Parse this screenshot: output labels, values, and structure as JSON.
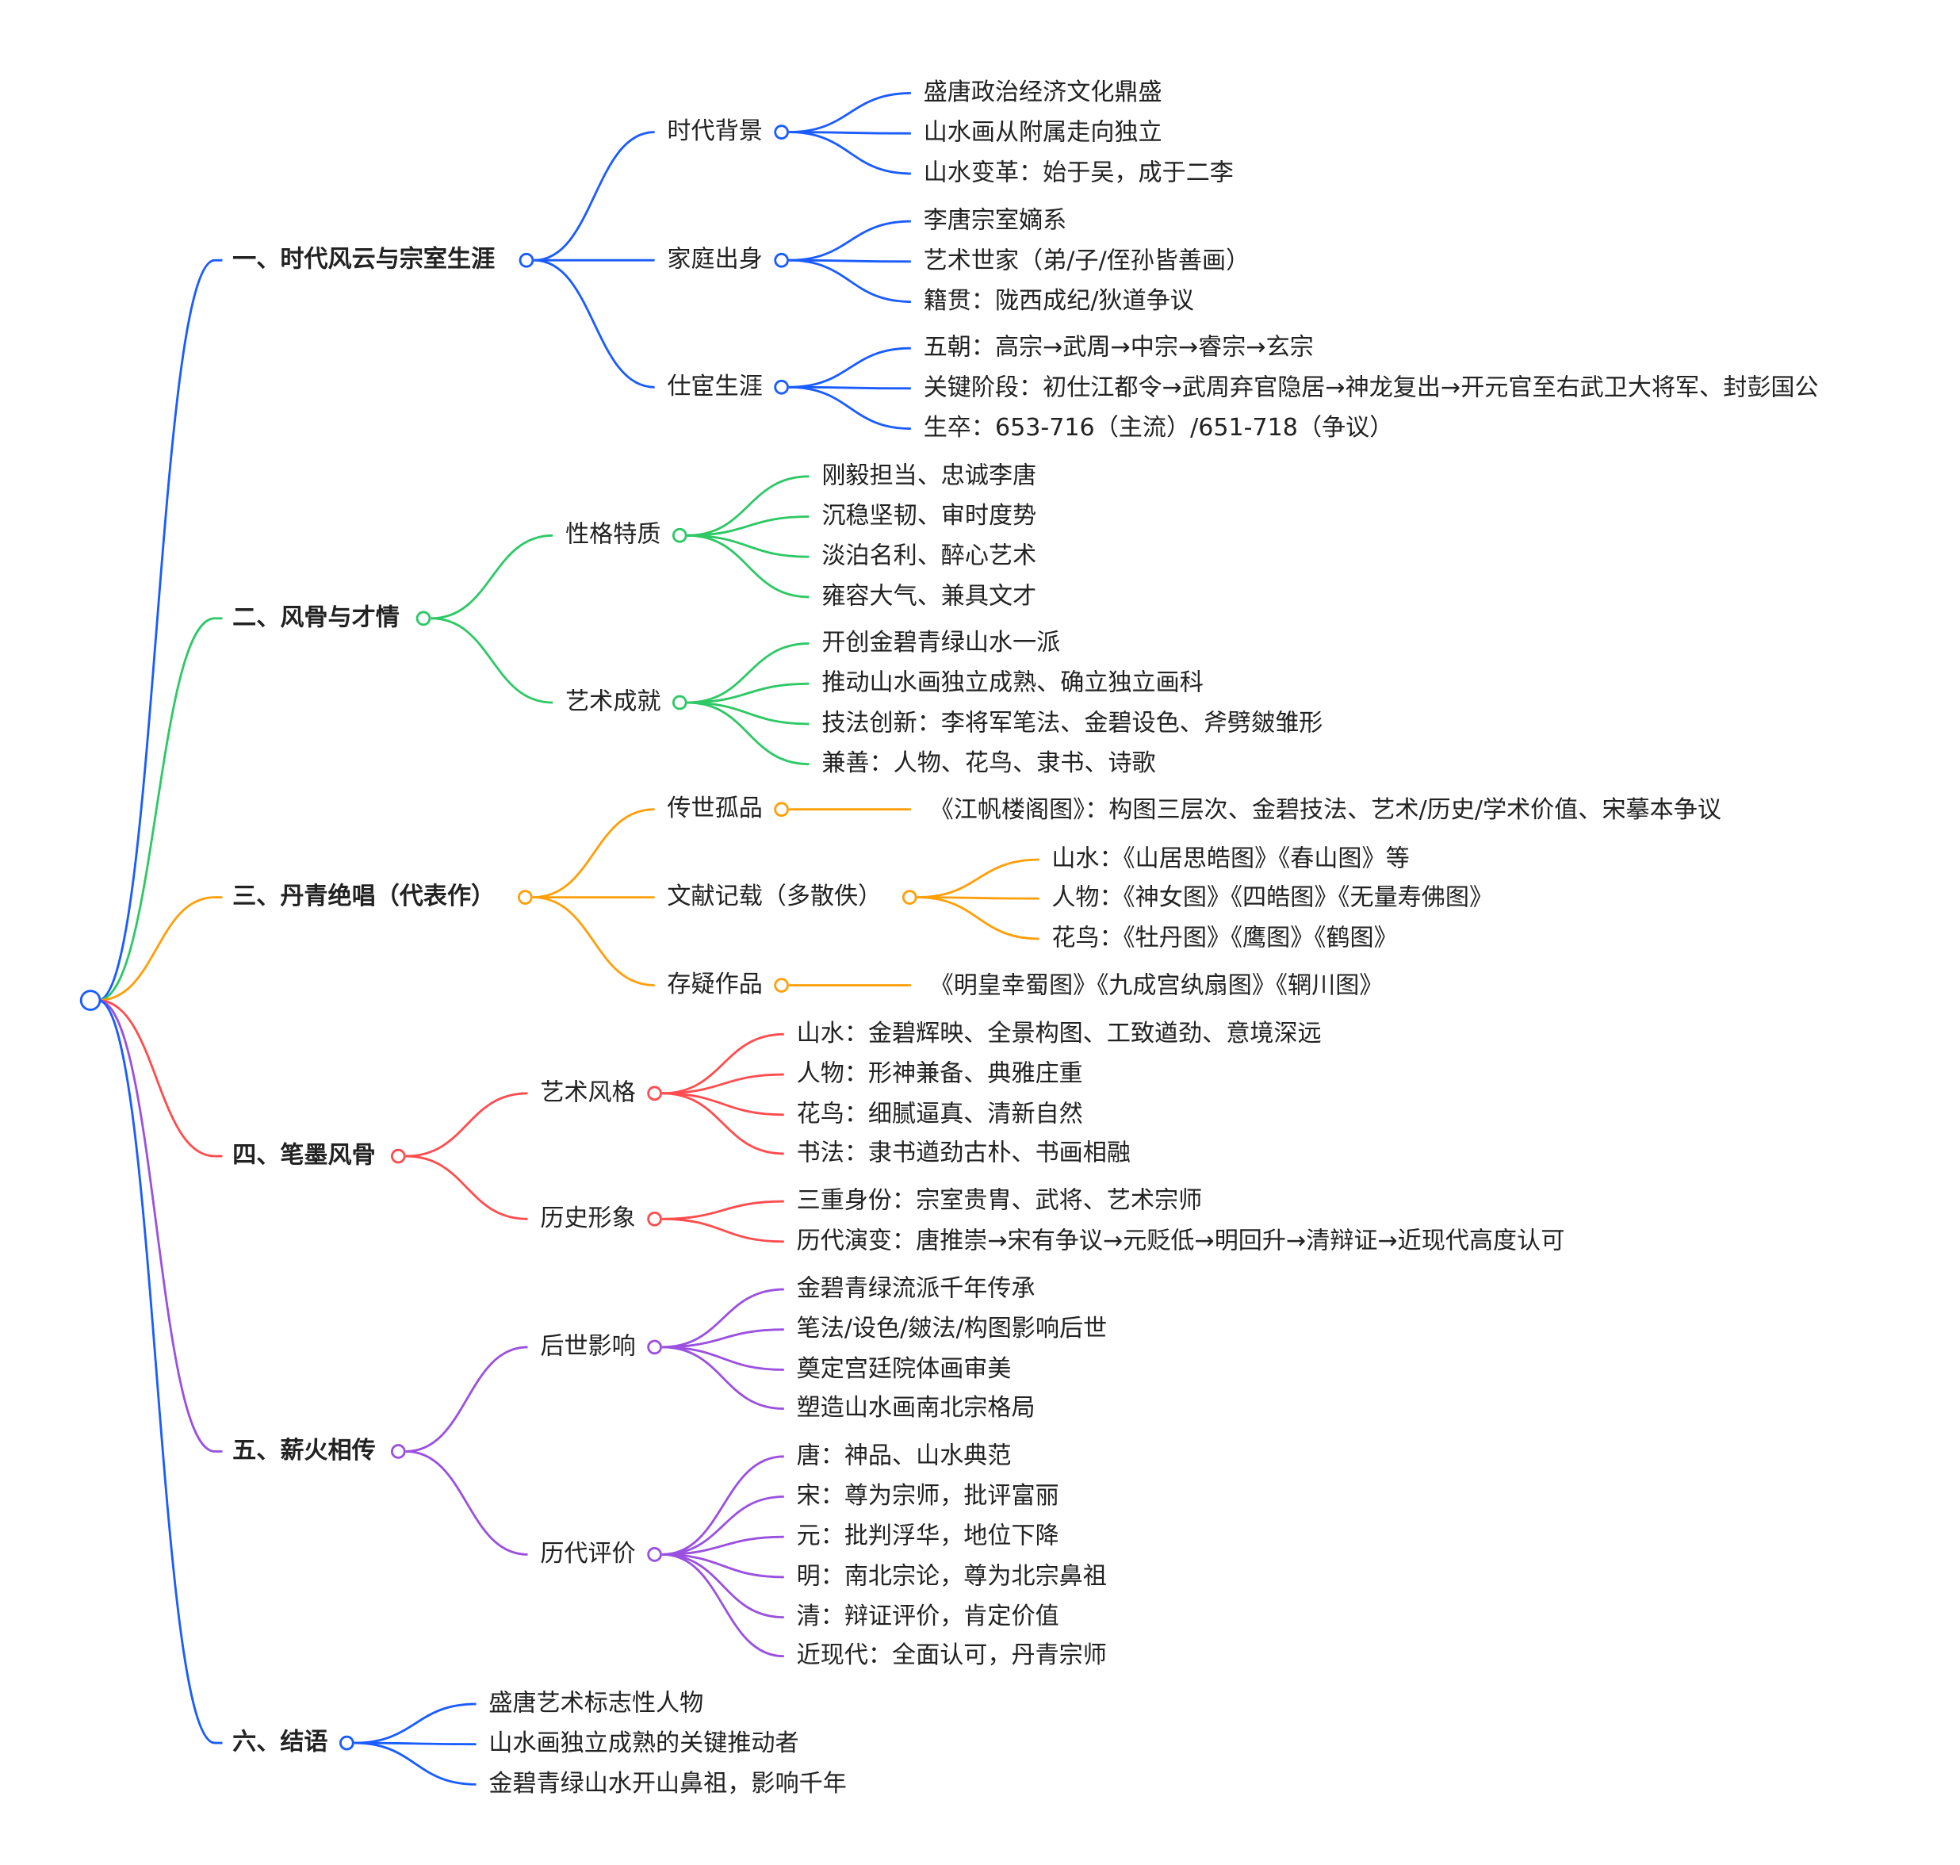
{
  "root": {
    "color": "#1a5cff"
  },
  "branches": [
    {
      "label": "一、时代风云与宗室生涯",
      "color": "#1a5cff",
      "children": [
        {
          "label": "时代背景",
          "leaves": [
            "盛唐政治经济文化鼎盛",
            "山水画从附属走向独立",
            "山水变革：始于吴，成于二李"
          ]
        },
        {
          "label": "家庭出身",
          "leaves": [
            "李唐宗室嫡系",
            "艺术世家（弟/子/侄孙皆善画）",
            "籍贯：陇西成纪/狄道争议"
          ]
        },
        {
          "label": "仕宦生涯",
          "leaves": [
            "五朝：高宗→武周→中宗→睿宗→玄宗",
            "关键阶段：初仕江都令→武周弃官隐居→神龙复出→开元官至右武卫大将军、封彭国公",
            "生卒：653-716（主流）/651-718（争议）"
          ]
        }
      ]
    },
    {
      "label": "二、风骨与才情",
      "color": "#2ec866",
      "children": [
        {
          "label": "性格特质",
          "leaves": [
            "刚毅担当、忠诚李唐",
            "沉稳坚韧、审时度势",
            "淡泊名利、醉心艺术",
            "雍容大气、兼具文才"
          ]
        },
        {
          "label": "艺术成就",
          "leaves": [
            "开创金碧青绿山水一派",
            "推动山水画独立成熟、确立独立画科",
            "技法创新：李将军笔法、金碧设色、斧劈皴雏形",
            "兼善：人物、花鸟、隶书、诗歌"
          ]
        }
      ]
    },
    {
      "label": "三、丹青绝唱（代表作）",
      "color": "#ff9f0a",
      "children": [
        {
          "label": "传世孤品",
          "leaves": [
            "《江帆楼阁图》：构图三层次、金碧技法、艺术/历史/学术价值、宋摹本争议"
          ]
        },
        {
          "label": "文献记载（多散佚）",
          "leaves": [
            "山水：《山居思皓图》《春山图》等",
            "人物：《神女图》《四皓图》《无量寿佛图》",
            "花鸟：《牡丹图》《鹰图》《鹤图》"
          ]
        },
        {
          "label": "存疑作品",
          "leaves": [
            "《明皇幸蜀图》《九成宫纨扇图》《辋川图》"
          ]
        }
      ]
    },
    {
      "label": "四、笔墨风骨",
      "color": "#ff4d4f",
      "children": [
        {
          "label": "艺术风格",
          "leaves": [
            "山水：金碧辉映、全景构图、工致遒劲、意境深远",
            "人物：形神兼备、典雅庄重",
            "花鸟：细腻逼真、清新自然",
            "书法：隶书遒劲古朴、书画相融"
          ]
        },
        {
          "label": "历史形象",
          "leaves": [
            "三重身份：宗室贵胄、武将、艺术宗师",
            "历代演变：唐推崇→宋有争议→元贬低→明回升→清辩证→近现代高度认可"
          ]
        }
      ]
    },
    {
      "label": "五、薪火相传",
      "color": "#9b51e0",
      "children": [
        {
          "label": "后世影响",
          "leaves": [
            "金碧青绿流派千年传承",
            "笔法/设色/皴法/构图影响后世",
            "奠定宫廷院体画审美",
            "塑造山水画南北宗格局"
          ]
        },
        {
          "label": "历代评价",
          "leaves": [
            "唐：神品、山水典范",
            "宋：尊为宗师，批评富丽",
            "元：批判浮华，地位下降",
            "明：南北宗论，尊为北宗鼻祖",
            "清：辩证评价，肯定价值",
            "近现代：全面认可，丹青宗师"
          ]
        }
      ]
    },
    {
      "label": "六、结语",
      "color": "#1a5cff",
      "leaves": [
        "盛唐艺术标志性人物",
        "山水画独立成熟的关键推动者",
        "金碧青绿山水开山鼻祖，影响千年"
      ]
    }
  ]
}
